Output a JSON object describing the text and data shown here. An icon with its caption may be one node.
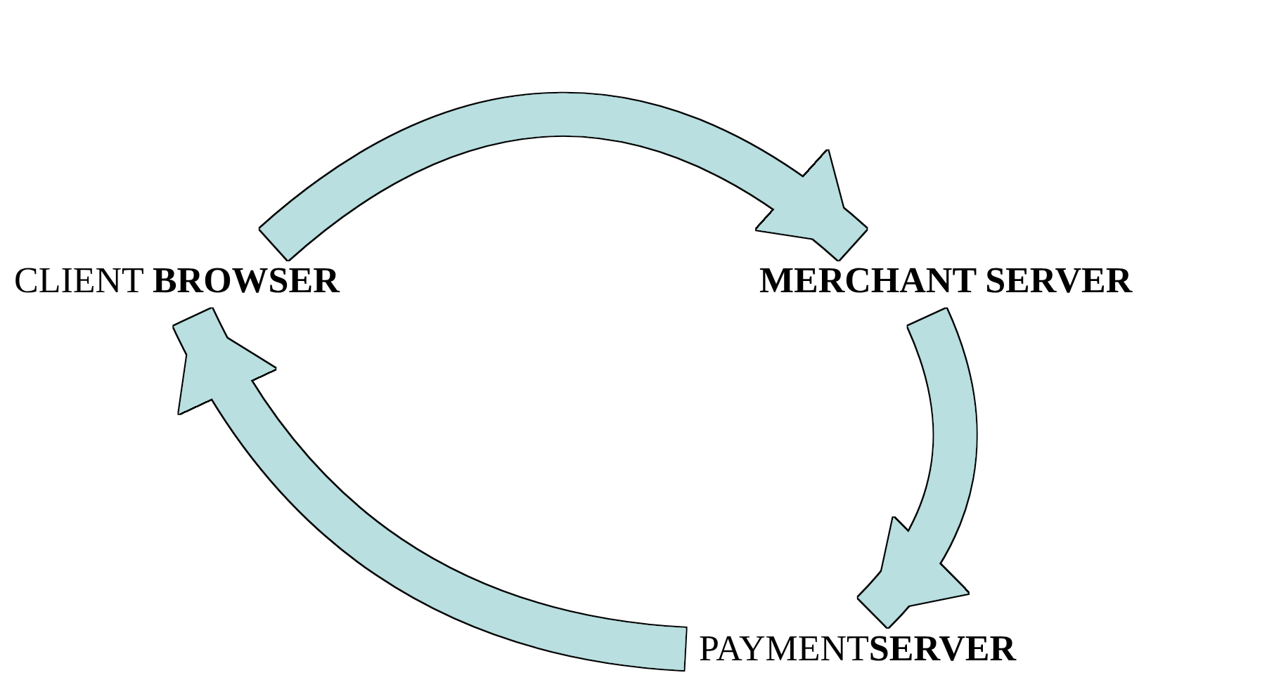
{
  "diagram": {
    "nodes": [
      {
        "text": [
          "CLIENT **BROWSER**"
        ]
      },
      {
        "text": [
          "MERCHANT SERVER"
        ]
      },
      {
        "text": [
          "PAYMENT**SERVER**"
        ]
      }
    ],
    "edges": [
      {
        "from": 0,
        "to": 1,
        "arrow": "to"
      },
      {
        "from": 1,
        "to": 2,
        "arrow": "to"
      },
      {
        "from": 2,
        "to": 0,
        "arrow": "to"
      }
    ]
  }
}
